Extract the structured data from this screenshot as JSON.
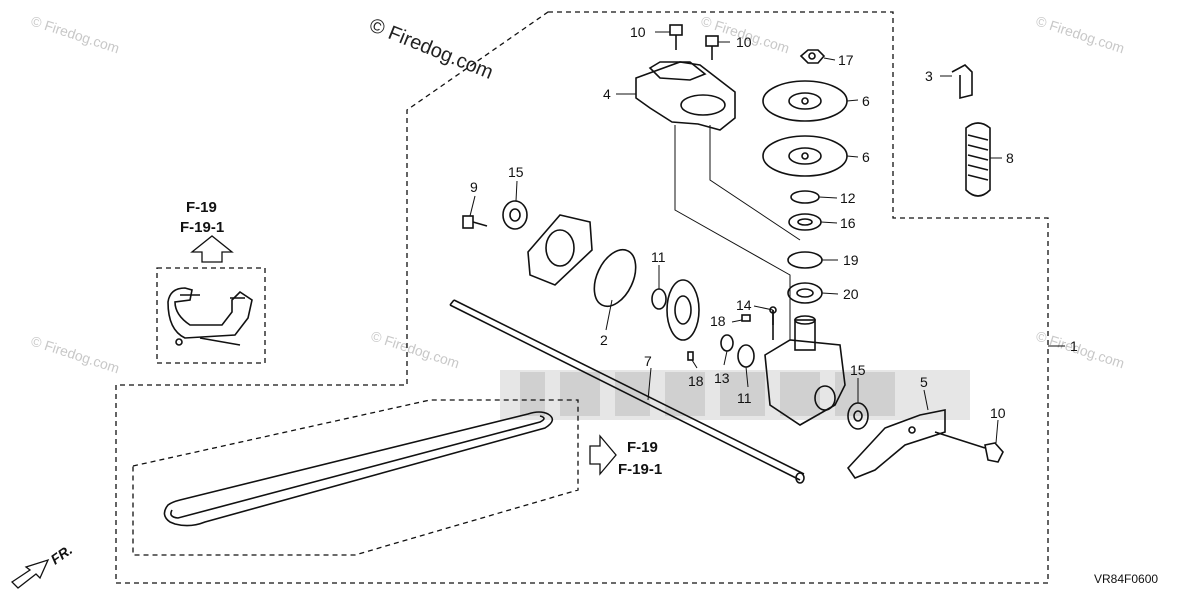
{
  "copyright": "© Firedog.com",
  "watermark": "© Firedog.com",
  "diagram_code": "VR84F0600",
  "front_indicator": "FR.",
  "ref_top": {
    "line1": "F-19",
    "line2": "F-19-1"
  },
  "ref_bottom": {
    "line1": "F-19",
    "line2": "F-19-1"
  },
  "callouts": {
    "c1": "1",
    "c2": "2",
    "c3": "3",
    "c4": "4",
    "c5": "5",
    "c6a": "6",
    "c6b": "6",
    "c7": "7",
    "c8": "8",
    "c9": "9",
    "c10a": "10",
    "c10b": "10",
    "c10c": "10",
    "c11a": "11",
    "c11b": "11",
    "c12": "12",
    "c13": "13",
    "c14": "14",
    "c15a": "15",
    "c15b": "15",
    "c16": "16",
    "c17": "17",
    "c18a": "18",
    "c18b": "18",
    "c19": "19",
    "c20": "20"
  }
}
